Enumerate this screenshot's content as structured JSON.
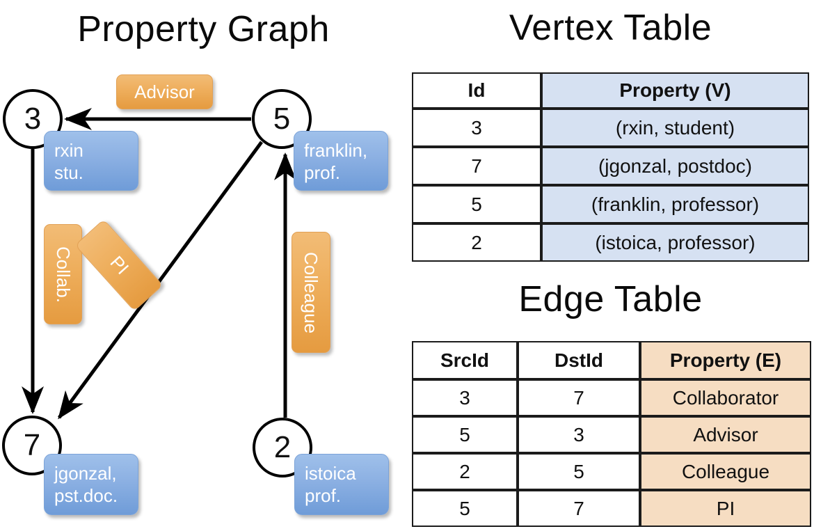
{
  "titles": {
    "property_graph": "Property Graph",
    "vertex_table": "Vertex Table",
    "edge_table": "Edge Table"
  },
  "graph": {
    "nodes": [
      {
        "id": "3",
        "property_label": "rxin\nstu."
      },
      {
        "id": "5",
        "property_label": "franklin,\nprof."
      },
      {
        "id": "7",
        "property_label": "jgonzal,\npst.doc."
      },
      {
        "id": "2",
        "property_label": "istoica\nprof."
      }
    ],
    "edge_labels": {
      "advisor": "Advisor",
      "collab": "Collab.",
      "pi": "PI",
      "colleague": "Colleague"
    },
    "edges": [
      {
        "from": "5",
        "to": "3",
        "label": "Advisor"
      },
      {
        "from": "3",
        "to": "7",
        "label": "Collab."
      },
      {
        "from": "5",
        "to": "7",
        "label": "PI"
      },
      {
        "from": "2",
        "to": "5",
        "label": "Colleague"
      }
    ]
  },
  "vertex_table": {
    "headers": [
      "Id",
      "Property (V)"
    ],
    "rows": [
      {
        "id": "3",
        "property": "(rxin, student)"
      },
      {
        "id": "7",
        "property": "(jgonzal, postdoc)"
      },
      {
        "id": "5",
        "property": "(franklin, professor)"
      },
      {
        "id": "2",
        "property": "(istoica, professor)"
      }
    ]
  },
  "edge_table": {
    "headers": [
      "SrcId",
      "DstId",
      "Property (E)"
    ],
    "rows": [
      {
        "src": "3",
        "dst": "7",
        "property": "Collaborator"
      },
      {
        "src": "5",
        "dst": "3",
        "property": "Advisor"
      },
      {
        "src": "2",
        "dst": "5",
        "property": "Colleague"
      },
      {
        "src": "5",
        "dst": "7",
        "property": "PI"
      }
    ]
  },
  "colors": {
    "vertex_property_fill": "#d6e1f2",
    "edge_property_fill": "#f6ddc2",
    "node_callout_blue": "#8db1e3",
    "edge_badge_orange": "#eeae5c",
    "stroke": "#000000"
  }
}
